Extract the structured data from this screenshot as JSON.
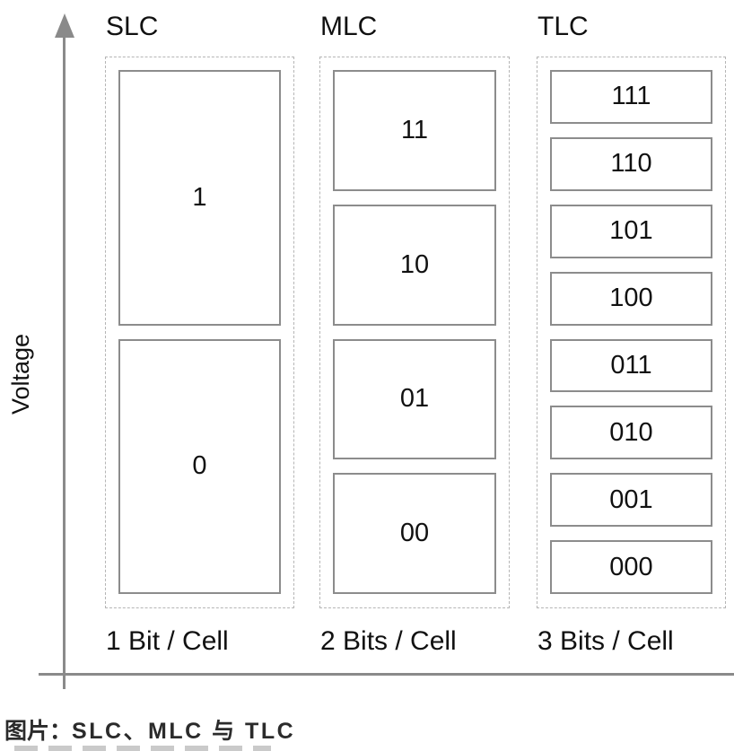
{
  "colors": {
    "axis": "#8a8a8a",
    "level_box_border": "#8c8c8c",
    "container_dashed_border": "#b5b5b5",
    "text": "#111111",
    "caption_text": "#2b2b2b",
    "background": "#ffffff"
  },
  "axes": {
    "y_label": "Voltage"
  },
  "columns": [
    {
      "header": "SLC",
      "bits_label": "1 Bit / Cell",
      "levels": [
        "1",
        "0"
      ]
    },
    {
      "header": "MLC",
      "bits_label": "2 Bits / Cell",
      "levels": [
        "11",
        "10",
        "01",
        "00"
      ]
    },
    {
      "header": "TLC",
      "bits_label": "3 Bits / Cell",
      "levels": [
        "111",
        "110",
        "101",
        "100",
        "011",
        "010",
        "001",
        "000"
      ]
    }
  ],
  "caption": {
    "prefix": "图片：",
    "subject": "SLC、MLC 与 TLC"
  }
}
